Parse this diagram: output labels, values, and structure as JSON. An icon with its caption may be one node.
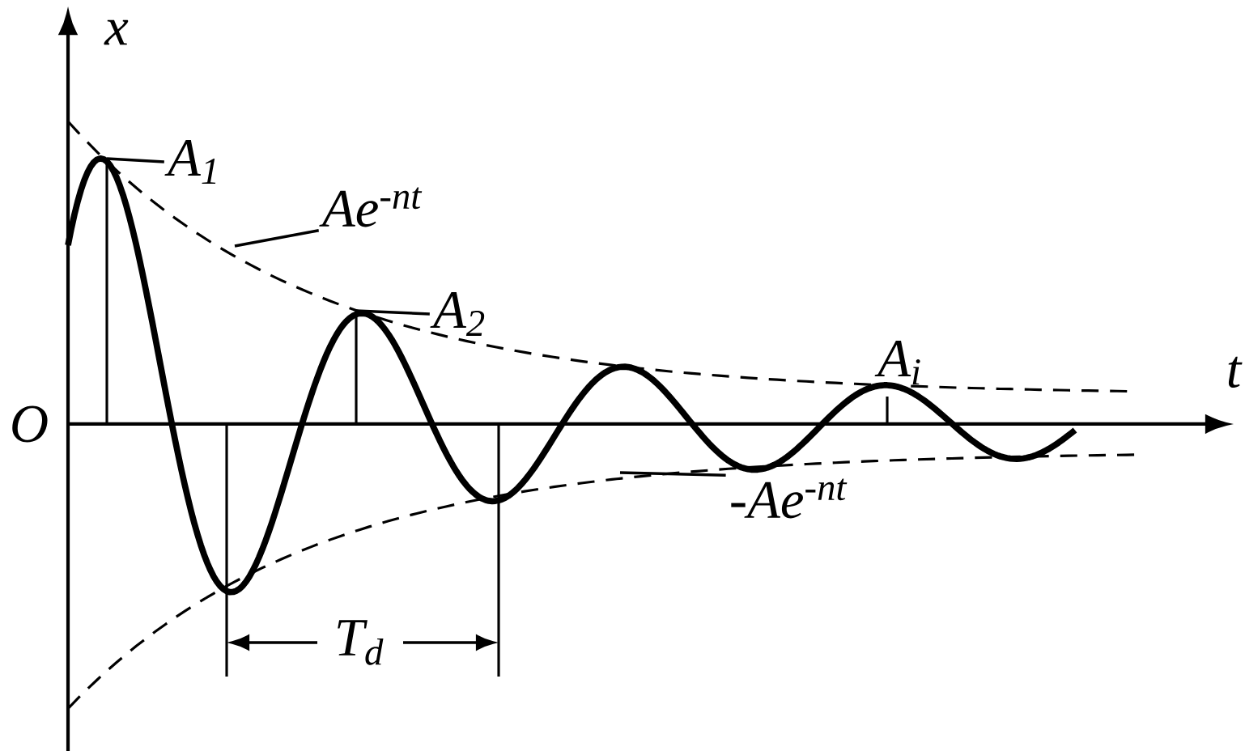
{
  "diagram": {
    "nodes": [
      {
        "text": [
          "A$_{1}$"
        ]
      },
      {
        "text": [
          "A$_{2}$"
        ]
      },
      {
        "text": [
          "Ae$^{-nt}$"
        ]
      },
      {
        "text": [
          "-Ae$^{-nt}$"
        ]
      }
    ],
    "edges": [
      {
        "from": 0,
        "to": null,
        "arrow": "none"
      },
      {
        "from": 1,
        "to": null,
        "arrow": "none"
      },
      {
        "from": 2,
        "to": null,
        "arrow": "none"
      },
      {
        "from": 3,
        "to": null,
        "arrow": "none"
      }
    ],
    "labels": [
      "x",
      "A$_{i}$",
      "t",
      "O",
      "T$_{d}$"
    ]
  }
}
